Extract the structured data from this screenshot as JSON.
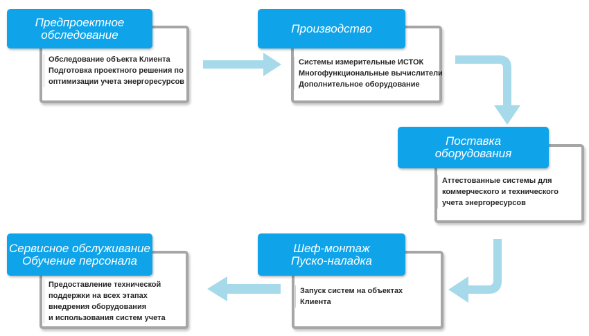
{
  "colors": {
    "accent": "#0fa4ea",
    "frame": "#a6a6a6",
    "arrow": "#a6d9ea"
  },
  "stages": [
    {
      "title": [
        "Предпроектное",
        "обследование"
      ],
      "items": [
        "Обследование объекта Клиента",
        "Подготовка проектного решения по",
        "оптимизации учета энергоресурсов"
      ]
    },
    {
      "title": [
        "Производство"
      ],
      "items": [
        "Системы измерительные ИСТОК",
        "Многофункциональные вычислители",
        "Дополнительное оборудование"
      ]
    },
    {
      "title": [
        "Поставка",
        "оборудования"
      ],
      "items": [
        "Аттестованные системы для",
        "коммерческого и технического",
        "учета энергоресурсов"
      ]
    },
    {
      "title": [
        "Шеф-монтаж",
        "Пуско-наладка"
      ],
      "items": [
        "Запуск систем на объектах",
        "Клиента"
      ]
    },
    {
      "title": [
        "Сервисное обслуживание",
        "Обучение персонала"
      ],
      "items": [
        "Предоставление технической",
        "поддержки на всех этапах",
        "внедрения оборудования",
        "и использования систем учета"
      ]
    }
  ]
}
